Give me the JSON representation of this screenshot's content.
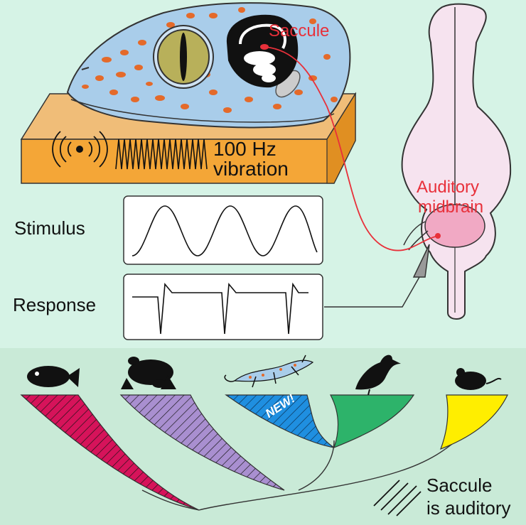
{
  "labels": {
    "saccule": "Saccule",
    "vibration_line1": "100 Hz",
    "vibration_line2": "vibration",
    "auditory_line1": "Auditory",
    "auditory_line2": "midbrain",
    "stimulus": "Stimulus",
    "response": "Response",
    "new_badge": "NEW!",
    "legend_line1": "Saccule",
    "legend_line2": "is auditory"
  },
  "colors": {
    "top_background": "#d6f3e6",
    "bottom_background": "#c9ead7",
    "gecko_skin": "#a9cdea",
    "gecko_spots": "#e46a2a",
    "platform": "#f4a637",
    "brain": "#f6e3ef",
    "midbrain": "#f1a9c4",
    "nerve_red": "#e8303a",
    "branch_fish": "#d6135a",
    "branch_frog": "#a98fd0",
    "branch_lizard": "#1f8fe0",
    "branch_bird": "#2db36a",
    "branch_mammal": "#ffee00"
  },
  "icons": [
    "fish-icon",
    "frog-icon",
    "lizard-icon",
    "bird-icon",
    "mouse-icon",
    "speaker-icon",
    "electrode-icon"
  ]
}
